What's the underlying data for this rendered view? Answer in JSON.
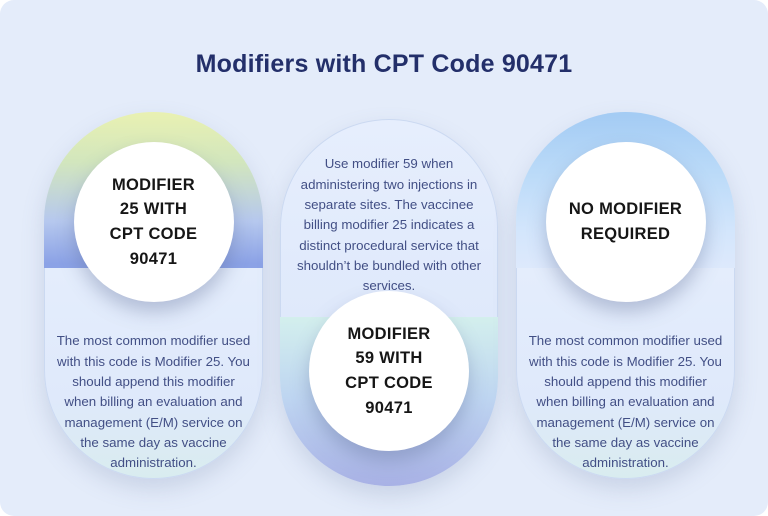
{
  "page": {
    "title": "Modifiers with CPT Code 90471"
  },
  "cards": [
    {
      "name": "modifier-25",
      "circle_label": "MODIFIER\n25 WITH\nCPT CODE\n90471",
      "description": "The most common modifier used with this code is Modifier 25. You should append this modifier when billing an evaluation and management (E/M) service on the same day as vaccine administration."
    },
    {
      "name": "modifier-59",
      "circle_label": "MODIFIER\n59 WITH\nCPT CODE\n90471",
      "description": "Use modifier 59 when administering two injections in separate sites. The vaccinee billing modifier 25 indicates a distinct procedural service that shouldn’t be bundled with other services."
    },
    {
      "name": "no-modifier",
      "circle_label": "NO MODIFIER\nREQUIRED",
      "description": "The most common modifier used with this code is Modifier 25. You should append this modifier when billing an evaluation and management (E/M) service on the same day as vaccine administration."
    }
  ],
  "colors": {
    "canvas_background": "#e4ecfa",
    "title_text": "#232f6a",
    "body_text": "#424f85",
    "circle_text": "#161616",
    "card_border": "#cbd9f1",
    "ring_left_top": "#e9f1b2",
    "ring_left_bottom": "#8ba2e6",
    "ring_middle_top": "#d3efed",
    "ring_middle_bottom": "#a8b1e5",
    "ring_right_top": "#a3cbf4",
    "ring_right_bottom": "#dde9fc"
  }
}
